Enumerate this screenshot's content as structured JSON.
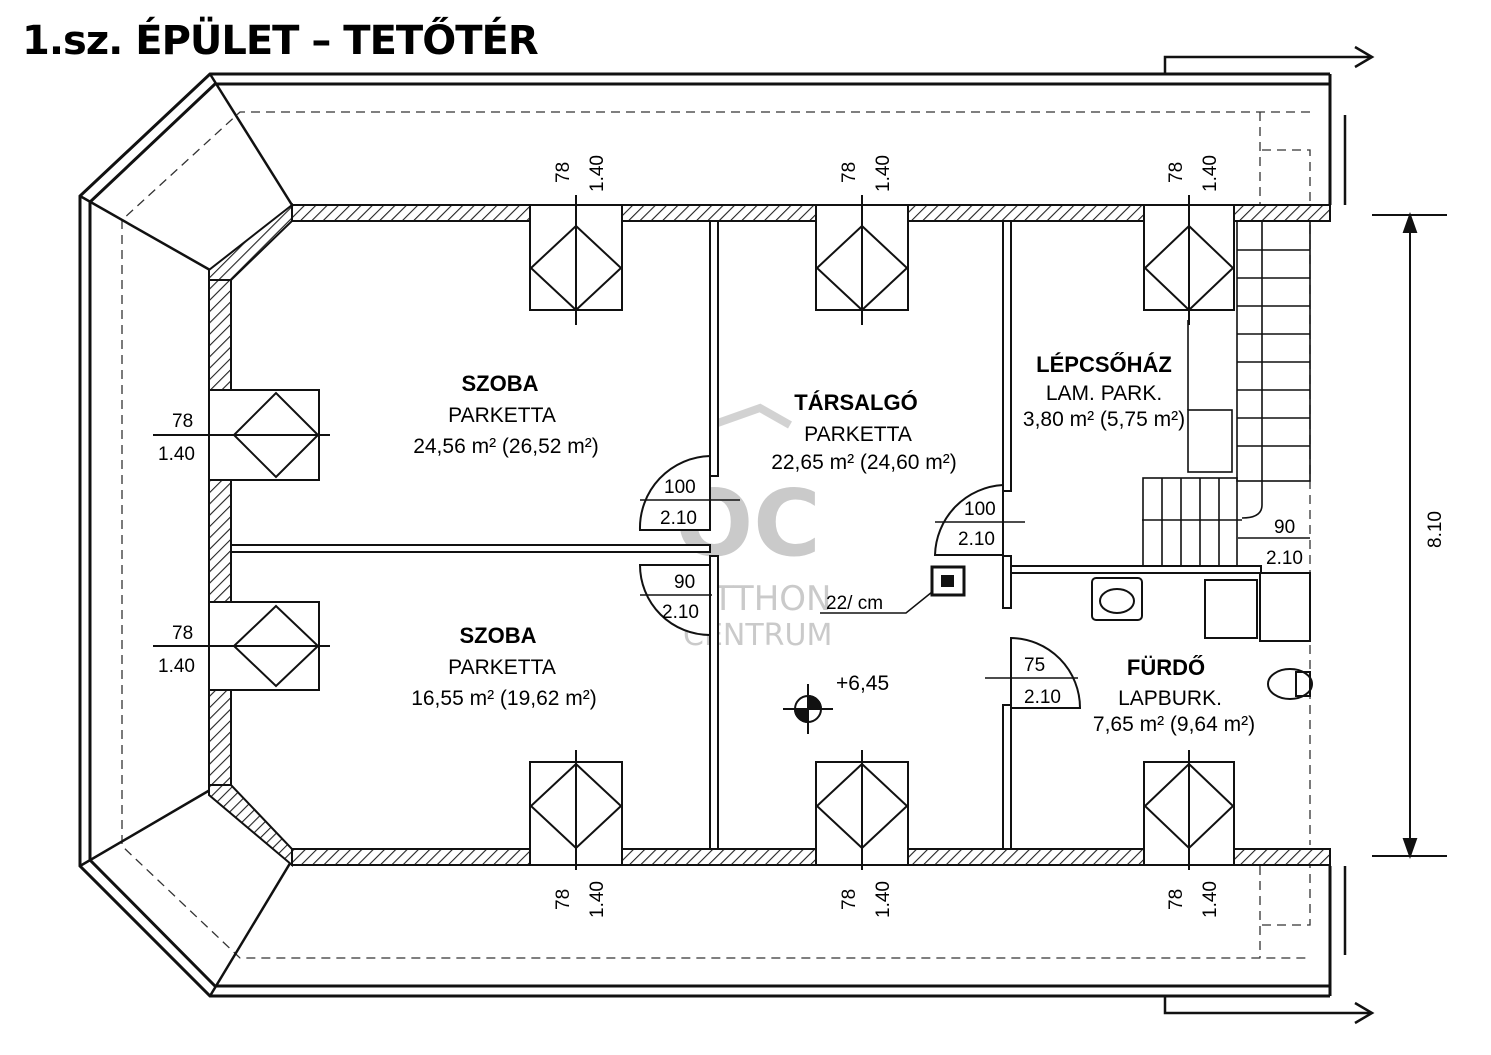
{
  "title": "1.sz. ÉPÜLET – TETŐTÉR",
  "rooms": [
    {
      "name": "SZOBA",
      "floor": "PARKETTA",
      "area": "24,56 m² (26,52 m²)"
    },
    {
      "name": "SZOBA",
      "floor": "PARKETTA",
      "area": "16,55 m² (19,62 m²)"
    },
    {
      "name": "TÁRSALGÓ",
      "floor": "PARKETTA",
      "area": "22,65 m² (24,60 m²)"
    },
    {
      "name": "LÉPCSŐHÁZ",
      "floor": "LAM. PARK.",
      "area": "3,80 m² (5,75 m²)"
    },
    {
      "name": "FÜRDŐ",
      "floor": "LAPBURK.",
      "area": "7,65 m² (9,64 m²)"
    }
  ],
  "windows": {
    "width": "78",
    "height": "1.40"
  },
  "doors": [
    {
      "width": "100",
      "height": "2.10"
    },
    {
      "width": "90",
      "height": "2.10"
    },
    {
      "width": "100",
      "height": "2.10"
    },
    {
      "width": "90",
      "height": "2.10"
    },
    {
      "width": "75",
      "height": "2.10"
    }
  ],
  "chimney_label": "22/ cm",
  "level_label": "+6,45",
  "overall_dimension": "8.10",
  "watermark": {
    "logo": "OC",
    "line1": "OTTHON",
    "line2": "CENTRUM"
  }
}
